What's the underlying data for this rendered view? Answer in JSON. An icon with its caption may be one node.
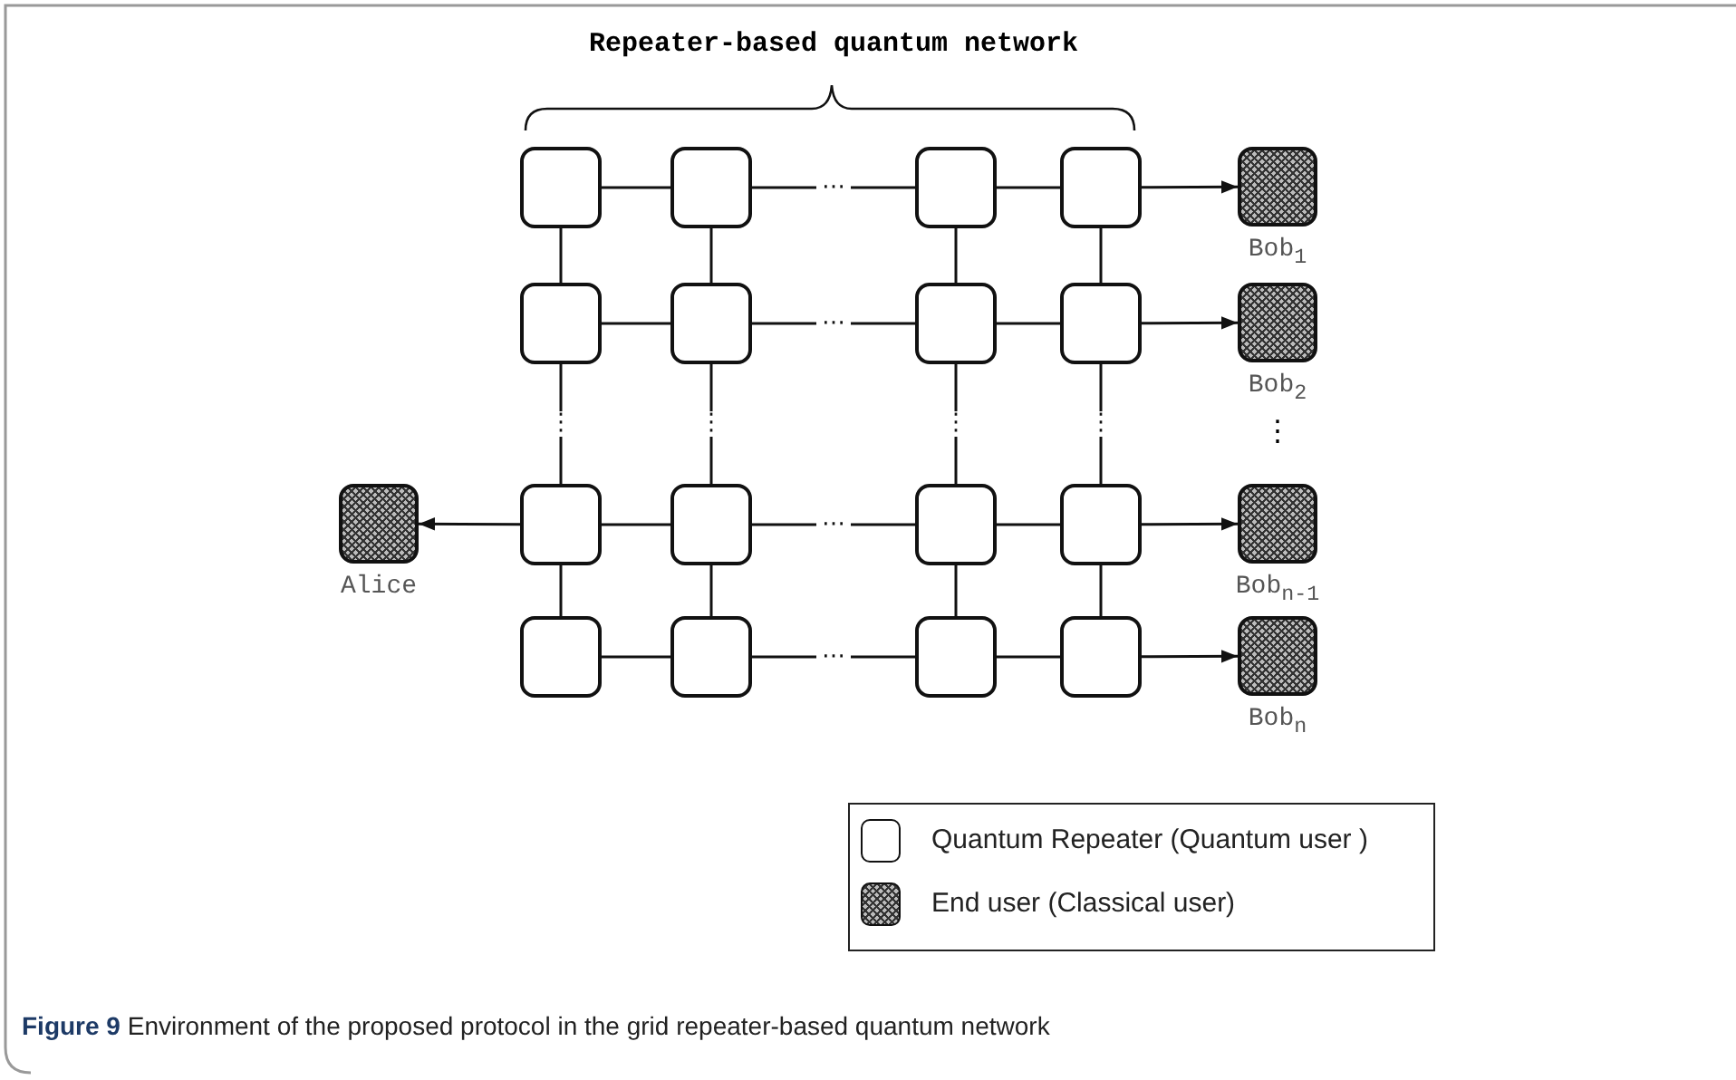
{
  "diagram": {
    "caption": "**Figure 9** Environment of the proposed protocol in the grid repeater-based quantum network",
    "nodes": [
      {
        "text": [],
        "shape": "box"
      },
      {
        "text": [],
        "shape": "box"
      },
      {
        "text": [],
        "shape": "box"
      },
      {
        "text": [],
        "shape": "box"
      },
      {
        "text": [],
        "shape": "box",
        "beside": [
          "Bob$_{1}$"
        ]
      },
      {
        "text": [],
        "shape": "box"
      },
      {
        "text": [],
        "shape": "box"
      },
      {
        "text": [],
        "shape": "box"
      },
      {
        "text": [],
        "shape": "box"
      },
      {
        "text": [],
        "shape": "box",
        "beside": [
          "Bob$_{2}$"
        ]
      },
      {
        "text": [],
        "shape": "box",
        "beside": [
          "Alice"
        ]
      },
      {
        "text": [],
        "shape": "box"
      },
      {
        "text": [],
        "shape": "box"
      },
      {
        "text": [],
        "shape": "box"
      },
      {
        "text": [],
        "shape": "box"
      },
      {
        "text": [],
        "shape": "box",
        "beside": [
          "Bob$_{n-1}$"
        ]
      },
      {
        "text": [],
        "shape": "box"
      },
      {
        "text": [],
        "shape": "box"
      },
      {
        "text": [],
        "shape": "box"
      },
      {
        "text": [],
        "shape": "box"
      },
      {
        "text": [],
        "shape": "box",
        "beside": [
          "Bob$_{n}$"
        ]
      }
    ],
    "edges": [
      {
        "from": 0,
        "to": 1,
        "arrow": "none"
      },
      {
        "from": 1,
        "to": 2,
        "arrow": "none",
        "label": "⋯"
      },
      {
        "from": 2,
        "to": 3,
        "arrow": "none"
      },
      {
        "from": 3,
        "to": 4,
        "arrow": "to"
      },
      {
        "from": 0,
        "to": 5,
        "arrow": "none"
      },
      {
        "from": 1,
        "to": 6,
        "arrow": "none"
      },
      {
        "from": 2,
        "to": 7,
        "arrow": "none"
      },
      {
        "from": 3,
        "to": 8,
        "arrow": "none"
      },
      {
        "from": 5,
        "to": 6,
        "arrow": "none"
      },
      {
        "from": 6,
        "to": 7,
        "arrow": "none",
        "label": "⋯"
      },
      {
        "from": 7,
        "to": 8,
        "arrow": "none"
      },
      {
        "from": 8,
        "to": 9,
        "arrow": "to"
      },
      {
        "from": 5,
        "to": 11,
        "arrow": "none",
        "label": "⋮"
      },
      {
        "from": 6,
        "to": 12,
        "arrow": "none",
        "label": "⋮"
      },
      {
        "from": 7,
        "to": 13,
        "arrow": "none",
        "label": "⋮"
      },
      {
        "from": 8,
        "to": 14,
        "arrow": "none",
        "label": "⋮"
      },
      {
        "from": 11,
        "to": 10,
        "arrow": "to"
      },
      {
        "from": 11,
        "to": 12,
        "arrow": "none"
      },
      {
        "from": 12,
        "to": 13,
        "arrow": "none",
        "label": "⋯"
      },
      {
        "from": 13,
        "to": 14,
        "arrow": "none"
      },
      {
        "from": 14,
        "to": 15,
        "arrow": "to"
      },
      {
        "from": 11,
        "to": 16,
        "arrow": "none"
      },
      {
        "from": 12,
        "to": 17,
        "arrow": "none"
      },
      {
        "from": 13,
        "to": 18,
        "arrow": "none"
      },
      {
        "from": 14,
        "to": 19,
        "arrow": "none"
      },
      {
        "from": 16,
        "to": 17,
        "arrow": "none"
      },
      {
        "from": 17,
        "to": 18,
        "arrow": "none",
        "label": "⋯"
      },
      {
        "from": 18,
        "to": 19,
        "arrow": "none"
      },
      {
        "from": 19,
        "to": 20,
        "arrow": "to"
      }
    ],
    "labels": [
      "Repeater-based quantum network",
      "⋮"
    ],
    "legend": [
      {
        "text": "Quantum Repeater (Quantum user )"
      },
      {
        "text": "End user (Classical user)"
      }
    ]
  }
}
